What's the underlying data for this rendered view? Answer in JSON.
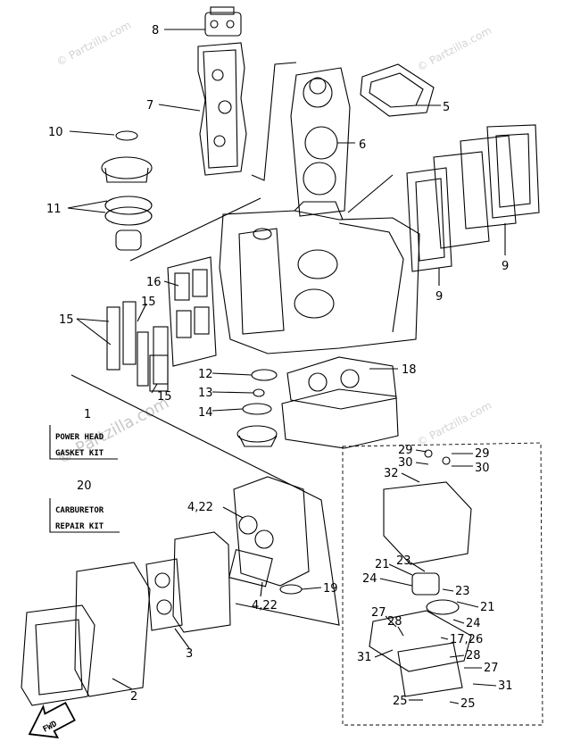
{
  "watermark": {
    "text": "© Partzilla.com"
  },
  "kits": [
    {
      "number": "1",
      "line1": "POWER HEAD",
      "line2": "GASKET KIT"
    },
    {
      "number": "20",
      "line1": "CARBURETOR",
      "line2": "REPAIR KIT"
    }
  ],
  "fwd_label": "FWD",
  "callouts": [
    "8",
    "7",
    "10",
    "11",
    "16",
    "15",
    "15",
    "15",
    "12",
    "13",
    "14",
    "18",
    "6",
    "5",
    "9",
    "9",
    "4,22",
    "4,22",
    "3",
    "2",
    "19",
    "29",
    "30",
    "29",
    "30",
    "32",
    "21",
    "23",
    "24",
    "23",
    "21",
    "24",
    "27",
    "28",
    "17,26",
    "31",
    "28",
    "27",
    "31",
    "25",
    "25"
  ]
}
